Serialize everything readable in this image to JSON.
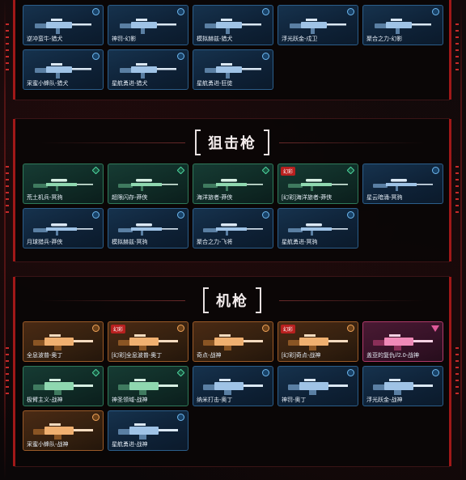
{
  "sections": [
    {
      "title": "",
      "cards": [
        {
          "label": "逆冲蛮牛-猎犬",
          "theme": "blue",
          "tag": "",
          "gun": "rifle"
        },
        {
          "label": "神罚-幻影",
          "theme": "blue",
          "tag": "",
          "gun": "rifle"
        },
        {
          "label": "模拟赫兹-猎犬",
          "theme": "blue",
          "tag": "",
          "gun": "rifle"
        },
        {
          "label": "浮光跃金-戍卫",
          "theme": "blue",
          "tag": "",
          "gun": "rifle"
        },
        {
          "label": "聚合之力-幻影",
          "theme": "blue",
          "tag": "",
          "gun": "rifle"
        },
        {
          "label": "采蜜小蜂队-猎犬",
          "theme": "blue",
          "tag": "",
          "gun": "rifle"
        },
        {
          "label": "星航勇进-猎犬",
          "theme": "blue",
          "tag": "",
          "gun": "rifle"
        },
        {
          "label": "星航勇进-狂徒",
          "theme": "blue",
          "tag": "",
          "gun": "rifle"
        }
      ]
    },
    {
      "title": "狙击枪",
      "cards": [
        {
          "label": "荒土机兵-冥驹",
          "theme": "green",
          "tag": "",
          "gun": "sniper"
        },
        {
          "label": "超限闪存-莽侠",
          "theme": "green",
          "tag": "",
          "gun": "sniper"
        },
        {
          "label": "海洋旅者-莽侠",
          "theme": "green",
          "tag": "",
          "gun": "sniper"
        },
        {
          "label": "[幻彩]海洋旅者-莽侠",
          "theme": "green",
          "tag": "幻彩",
          "gun": "sniper"
        },
        {
          "label": "星云暗涌-冥驹",
          "theme": "blue",
          "tag": "",
          "gun": "sniper"
        },
        {
          "label": "月球猎兵-莽侠",
          "theme": "blue",
          "tag": "",
          "gun": "sniper"
        },
        {
          "label": "模拟赫兹-冥驹",
          "theme": "blue",
          "tag": "",
          "gun": "sniper"
        },
        {
          "label": "聚合之力-飞将",
          "theme": "blue",
          "tag": "",
          "gun": "sniper"
        },
        {
          "label": "星航勇进-冥驹",
          "theme": "blue",
          "tag": "",
          "gun": "sniper"
        }
      ]
    },
    {
      "title": "机枪",
      "cards": [
        {
          "label": "全息波普-奥丁",
          "theme": "orange",
          "tag": "",
          "gun": "mg"
        },
        {
          "label": "[幻彩]全息波普-奥丁",
          "theme": "orange",
          "tag": "幻彩",
          "gun": "mg"
        },
        {
          "label": "奇点-战神",
          "theme": "orange",
          "tag": "",
          "gun": "mg"
        },
        {
          "label": "[幻彩]奇点-战神",
          "theme": "orange",
          "tag": "幻彩",
          "gun": "mg"
        },
        {
          "label": "盖亚的复仇//2.0-战神",
          "theme": "pink",
          "tag": "",
          "gun": "mg"
        },
        {
          "label": "极臂主义-战神",
          "theme": "green",
          "tag": "",
          "gun": "mg"
        },
        {
          "label": "神圣领域-战神",
          "theme": "green",
          "tag": "",
          "gun": "mg"
        },
        {
          "label": "纳米打击-奥丁",
          "theme": "blue",
          "tag": "",
          "gun": "mg"
        },
        {
          "label": "神罚-奥丁",
          "theme": "blue",
          "tag": "",
          "gun": "mg"
        },
        {
          "label": "浮光跃金-战神",
          "theme": "blue",
          "tag": "",
          "gun": "mg"
        },
        {
          "label": "采蜜小蜂队-战神",
          "theme": "orange",
          "tag": "",
          "gun": "mg"
        },
        {
          "label": "星航勇进-战神",
          "theme": "blue",
          "tag": "",
          "gun": "mg"
        }
      ]
    }
  ]
}
